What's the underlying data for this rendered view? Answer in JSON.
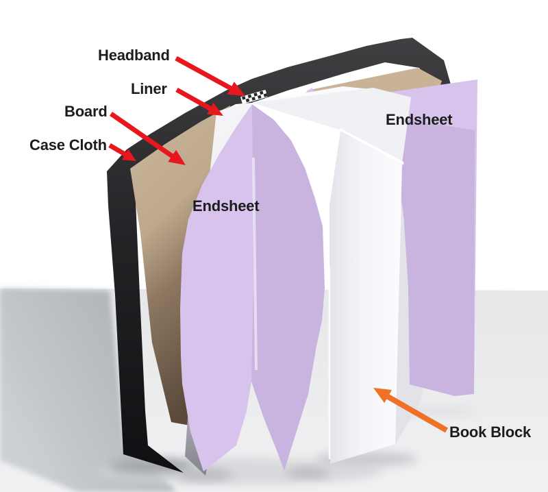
{
  "diagram": {
    "subject": "Parts of a hardcover book (case binding) - labeled photo diagram",
    "background_color": "#ffffff",
    "labels": {
      "headband": "Headband",
      "liner": "Liner",
      "board": "Board",
      "case_cloth": "Case Cloth",
      "endsheet_left": "Endsheet",
      "endsheet_right": "Endsheet",
      "book_block": "Book Block"
    },
    "label_text_color": "#1c1c1e",
    "arrows": {
      "red": "#e8161d",
      "orange": "#ee7125"
    },
    "part_colors": {
      "case_cloth": "#232225",
      "board": "#bca88c",
      "liner": "#f1f1f4",
      "endsheet": "#d7c3ec",
      "book_block": "#f7f7fa",
      "book_block_top": "#f0f1f4",
      "book_block_side": "#e2e2e8",
      "headband_base": "#ffffff",
      "headband_checks": "#26262a",
      "floor": "#e9eaec",
      "cast_shadow": "#aeb4b8"
    }
  }
}
